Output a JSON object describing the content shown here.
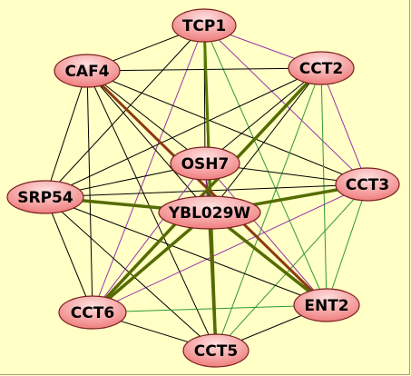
{
  "graph": {
    "background": "#ffffc6",
    "node_fill_light": "#ffe0e0",
    "node_fill_dark": "#ee7777",
    "node_stroke": "#7a2020",
    "edge_colors": {
      "black": "#000000",
      "purple": "#9933aa",
      "green": "#339933",
      "olive": "#557700",
      "brown": "#8b3a0f",
      "darkolive": "#556b00"
    },
    "nodes": [
      {
        "id": "TCP1",
        "label": "TCP1"
      },
      {
        "id": "CCT2",
        "label": "CCT2"
      },
      {
        "id": "CAF4",
        "label": "CAF4"
      },
      {
        "id": "OSH7",
        "label": "OSH7"
      },
      {
        "id": "CCT3",
        "label": "CCT3"
      },
      {
        "id": "SRP54",
        "label": "SRP54"
      },
      {
        "id": "YBL029W",
        "label": "YBL029W"
      },
      {
        "id": "CCT6",
        "label": "CCT6"
      },
      {
        "id": "ENT2",
        "label": "ENT2"
      },
      {
        "id": "CCT5",
        "label": "CCT5"
      }
    ],
    "edges": [
      {
        "from": "TCP1",
        "to": "CAF4",
        "color": "black",
        "weight": 1
      },
      {
        "from": "TCP1",
        "to": "CCT2",
        "color": "purple",
        "weight": 1
      },
      {
        "from": "TCP1",
        "to": "CCT3",
        "color": "purple",
        "weight": 1
      },
      {
        "from": "TCP1",
        "to": "ENT2",
        "color": "green",
        "weight": 1
      },
      {
        "from": "TCP1",
        "to": "CCT5",
        "color": "olive",
        "weight": 3
      },
      {
        "from": "TCP1",
        "to": "CCT6",
        "color": "purple",
        "weight": 1
      },
      {
        "from": "TCP1",
        "to": "SRP54",
        "color": "black",
        "weight": 1
      },
      {
        "from": "TCP1",
        "to": "OSH7",
        "color": "black",
        "weight": 1
      },
      {
        "from": "TCP1",
        "to": "YBL029W",
        "color": "black",
        "weight": 1
      },
      {
        "from": "CAF4",
        "to": "CCT2",
        "color": "black",
        "weight": 1
      },
      {
        "from": "CAF4",
        "to": "CCT3",
        "color": "black",
        "weight": 1
      },
      {
        "from": "CAF4",
        "to": "SRP54",
        "color": "black",
        "weight": 1
      },
      {
        "from": "CAF4",
        "to": "CCT6",
        "color": "black",
        "weight": 1
      },
      {
        "from": "CAF4",
        "to": "CCT5",
        "color": "black",
        "weight": 1
      },
      {
        "from": "CAF4",
        "to": "ENT2",
        "color": "brown",
        "weight": 3
      },
      {
        "from": "CAF4",
        "to": "OSH7",
        "color": "black",
        "weight": 1
      },
      {
        "from": "CAF4",
        "to": "YBL029W",
        "color": "black",
        "weight": 1
      },
      {
        "from": "CCT2",
        "to": "CCT3",
        "color": "purple",
        "weight": 1
      },
      {
        "from": "CCT2",
        "to": "ENT2",
        "color": "green",
        "weight": 1
      },
      {
        "from": "CCT2",
        "to": "CCT5",
        "color": "green",
        "weight": 1
      },
      {
        "from": "CCT2",
        "to": "CCT6",
        "color": "darkolive",
        "weight": 3.5
      },
      {
        "from": "CCT2",
        "to": "SRP54",
        "color": "black",
        "weight": 1
      },
      {
        "from": "CCT2",
        "to": "OSH7",
        "color": "black",
        "weight": 1
      },
      {
        "from": "CCT2",
        "to": "YBL029W",
        "color": "black",
        "weight": 1
      },
      {
        "from": "CCT3",
        "to": "SRP54",
        "color": "black",
        "weight": 1
      },
      {
        "from": "CCT3",
        "to": "ENT2",
        "color": "green",
        "weight": 1
      },
      {
        "from": "CCT3",
        "to": "CCT5",
        "color": "green",
        "weight": 1
      },
      {
        "from": "CCT3",
        "to": "CCT6",
        "color": "purple",
        "weight": 1
      },
      {
        "from": "CCT3",
        "to": "YBL029W",
        "color": "darkolive",
        "weight": 3.5
      },
      {
        "from": "CCT3",
        "to": "OSH7",
        "color": "black",
        "weight": 1
      },
      {
        "from": "SRP54",
        "to": "YBL029W",
        "color": "darkolive",
        "weight": 3.5
      },
      {
        "from": "SRP54",
        "to": "CCT6",
        "color": "black",
        "weight": 1
      },
      {
        "from": "SRP54",
        "to": "CCT5",
        "color": "black",
        "weight": 1
      },
      {
        "from": "SRP54",
        "to": "ENT2",
        "color": "black",
        "weight": 1
      },
      {
        "from": "SRP54",
        "to": "OSH7",
        "color": "black",
        "weight": 1
      },
      {
        "from": "YBL029W",
        "to": "CCT6",
        "color": "darkolive",
        "weight": 3.5
      },
      {
        "from": "YBL029W",
        "to": "CCT5",
        "color": "darkolive",
        "weight": 3.5
      },
      {
        "from": "YBL029W",
        "to": "ENT2",
        "color": "darkolive",
        "weight": 3.5
      },
      {
        "from": "YBL029W",
        "to": "OSH7",
        "color": "black",
        "weight": 1
      },
      {
        "from": "OSH7",
        "to": "CCT6",
        "color": "purple",
        "weight": 1
      },
      {
        "from": "OSH7",
        "to": "CCT5",
        "color": "purple",
        "weight": 1
      },
      {
        "from": "OSH7",
        "to": "ENT2",
        "color": "purple",
        "weight": 1
      },
      {
        "from": "CCT6",
        "to": "CCT5",
        "color": "black",
        "weight": 1
      },
      {
        "from": "CCT6",
        "to": "ENT2",
        "color": "green",
        "weight": 1
      },
      {
        "from": "CCT5",
        "to": "ENT2",
        "color": "black",
        "weight": 1
      }
    ]
  }
}
